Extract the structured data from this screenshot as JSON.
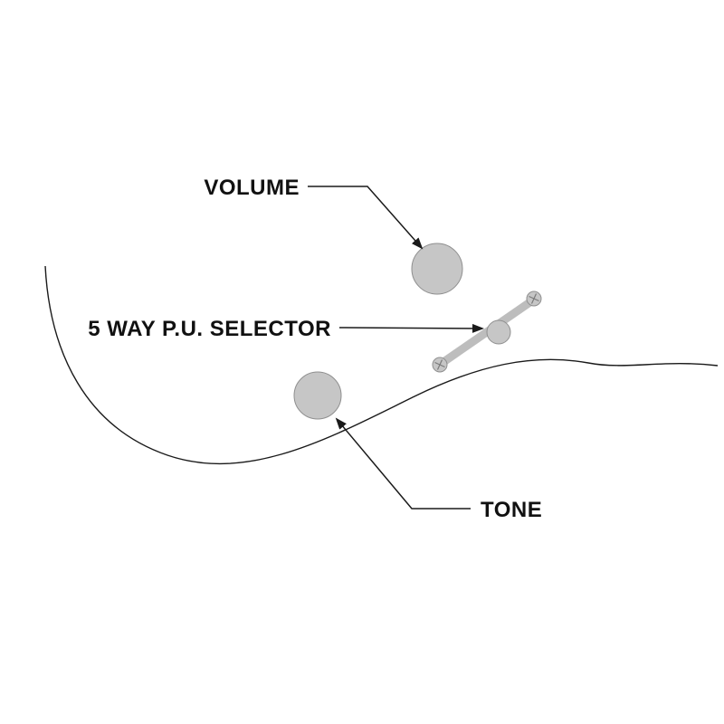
{
  "diagram": {
    "description": "Guitar body control layout diagram",
    "labels": {
      "volume": "VOLUME",
      "pickup_selector": "5 WAY P.U. SELECTOR",
      "tone": "TONE"
    },
    "colors": {
      "background": "#ffffff",
      "outline": "#1a1a1a",
      "knob_fill": "#c6c6c6",
      "lever_fill": "#bdbdbd",
      "screw_fill": "#c6c6c6",
      "text": "#111111"
    }
  }
}
